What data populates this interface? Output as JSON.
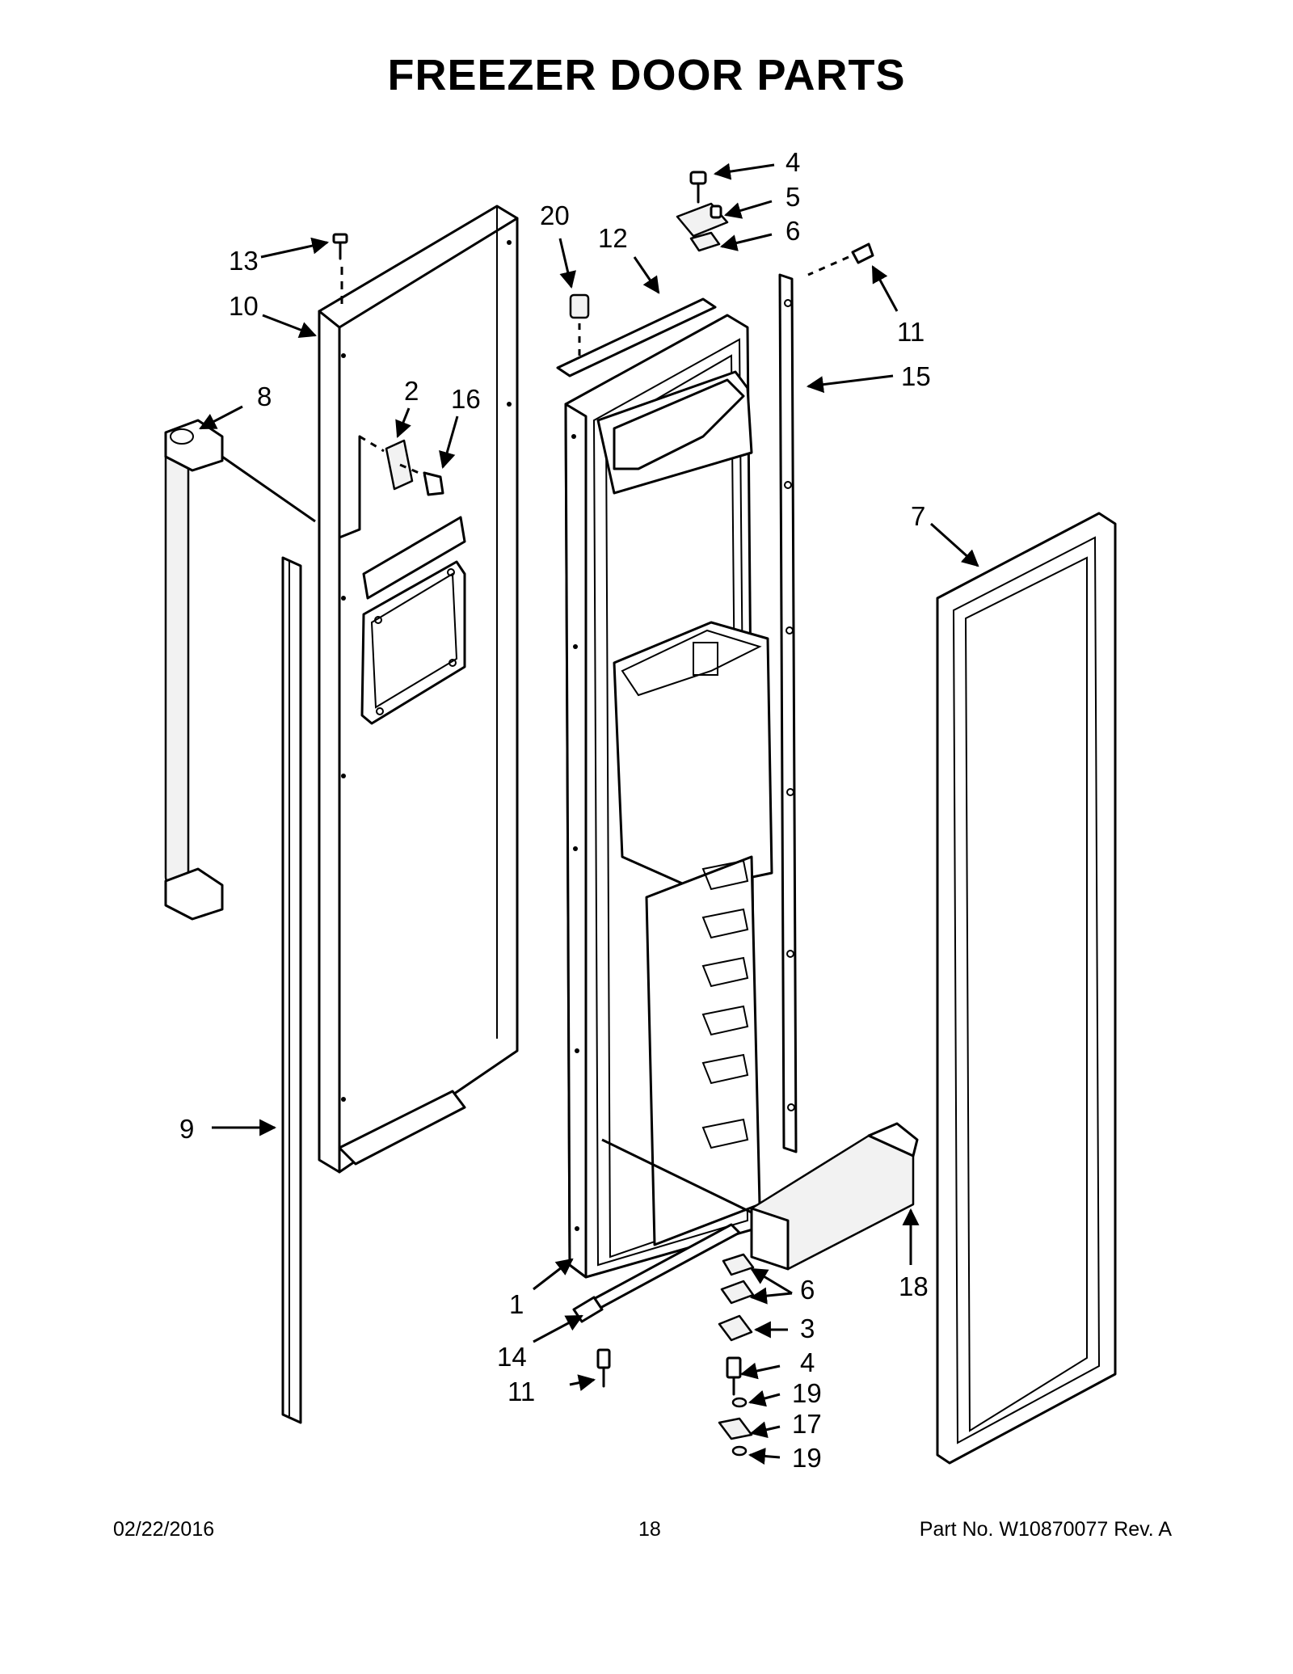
{
  "title": "FREEZER DOOR PARTS",
  "footer": {
    "date": "02/22/2016",
    "page": "18",
    "part_number": "Part No.  W10870077  Rev.  A"
  },
  "callouts": [
    {
      "id": "c4a",
      "text": "4"
    },
    {
      "id": "c5",
      "text": "5"
    },
    {
      "id": "c6a",
      "text": "6"
    },
    {
      "id": "c20",
      "text": "20"
    },
    {
      "id": "c12",
      "text": "12"
    },
    {
      "id": "c13",
      "text": "13"
    },
    {
      "id": "c10",
      "text": "10"
    },
    {
      "id": "c11a",
      "text": "11"
    },
    {
      "id": "c15",
      "text": "15"
    },
    {
      "id": "c8",
      "text": "8"
    },
    {
      "id": "c2",
      "text": "2"
    },
    {
      "id": "c16",
      "text": "16"
    },
    {
      "id": "c7",
      "text": "7"
    },
    {
      "id": "c9",
      "text": "9"
    },
    {
      "id": "c18",
      "text": "18"
    },
    {
      "id": "c1",
      "text": "1"
    },
    {
      "id": "c6b",
      "text": "6"
    },
    {
      "id": "c3",
      "text": "3"
    },
    {
      "id": "c14",
      "text": "14"
    },
    {
      "id": "c4b",
      "text": "4"
    },
    {
      "id": "c11b",
      "text": "11"
    },
    {
      "id": "c19a",
      "text": "19"
    },
    {
      "id": "c17",
      "text": "17"
    },
    {
      "id": "c19b",
      "text": "19"
    }
  ]
}
